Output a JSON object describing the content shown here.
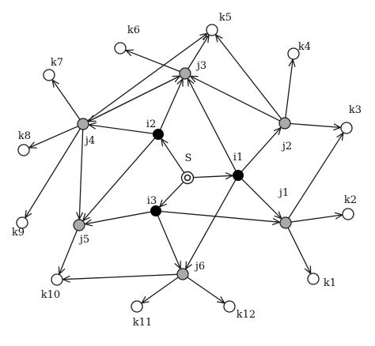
{
  "diagram": {
    "nodes": [
      {
        "id": "S",
        "label": "S",
        "kind": "source"
      },
      {
        "id": "i1",
        "label": "i1",
        "kind": "relay"
      },
      {
        "id": "i2",
        "label": "i2",
        "kind": "relay"
      },
      {
        "id": "i3",
        "label": "i3",
        "kind": "relay"
      },
      {
        "id": "j1",
        "label": "j1",
        "kind": "hub"
      },
      {
        "id": "j2",
        "label": "j2",
        "kind": "hub"
      },
      {
        "id": "j3",
        "label": "j3",
        "kind": "hub"
      },
      {
        "id": "j4",
        "label": "j4",
        "kind": "hub"
      },
      {
        "id": "j5",
        "label": "j5",
        "kind": "hub"
      },
      {
        "id": "j6",
        "label": "j6",
        "kind": "hub"
      },
      {
        "id": "k1",
        "label": "k1",
        "kind": "leaf"
      },
      {
        "id": "k2",
        "label": "k2",
        "kind": "leaf"
      },
      {
        "id": "k3",
        "label": "k3",
        "kind": "leaf"
      },
      {
        "id": "k4",
        "label": "k4",
        "kind": "leaf"
      },
      {
        "id": "k5",
        "label": "k5",
        "kind": "leaf"
      },
      {
        "id": "k6",
        "label": "k6",
        "kind": "leaf"
      },
      {
        "id": "k7",
        "label": "k7",
        "kind": "leaf"
      },
      {
        "id": "k8",
        "label": "k8",
        "kind": "leaf"
      },
      {
        "id": "k9",
        "label": "k9",
        "kind": "leaf"
      },
      {
        "id": "k10",
        "label": "k10",
        "kind": "leaf"
      },
      {
        "id": "k11",
        "label": "k11",
        "kind": "leaf"
      },
      {
        "id": "k12",
        "label": "k12",
        "kind": "leaf"
      }
    ],
    "edges": [
      {
        "from": "S",
        "to": "i1"
      },
      {
        "from": "S",
        "to": "i2"
      },
      {
        "from": "S",
        "to": "i3"
      },
      {
        "from": "i1",
        "to": "j1"
      },
      {
        "from": "i1",
        "to": "j2"
      },
      {
        "from": "i1",
        "to": "j3"
      },
      {
        "from": "i1",
        "to": "j6"
      },
      {
        "from": "i2",
        "to": "j3"
      },
      {
        "from": "i2",
        "to": "j4"
      },
      {
        "from": "i2",
        "to": "j5"
      },
      {
        "from": "i3",
        "to": "j1"
      },
      {
        "from": "i3",
        "to": "j5"
      },
      {
        "from": "i3",
        "to": "j6"
      },
      {
        "from": "j1",
        "to": "k1"
      },
      {
        "from": "j1",
        "to": "k2"
      },
      {
        "from": "j1",
        "to": "k3"
      },
      {
        "from": "j2",
        "to": "k3"
      },
      {
        "from": "j2",
        "to": "k4"
      },
      {
        "from": "j2",
        "to": "k5"
      },
      {
        "from": "j2",
        "to": "j3"
      },
      {
        "from": "j3",
        "to": "k5"
      },
      {
        "from": "j3",
        "to": "k6"
      },
      {
        "from": "j3",
        "to": "j4"
      },
      {
        "from": "j4",
        "to": "k5"
      },
      {
        "from": "j4",
        "to": "j3"
      },
      {
        "from": "j4",
        "to": "k7"
      },
      {
        "from": "j4",
        "to": "k8"
      },
      {
        "from": "j4",
        "to": "k9"
      },
      {
        "from": "j4",
        "to": "j5"
      },
      {
        "from": "j5",
        "to": "k10"
      },
      {
        "from": "j6",
        "to": "k10"
      },
      {
        "from": "j6",
        "to": "k11"
      },
      {
        "from": "j6",
        "to": "k12"
      }
    ]
  }
}
